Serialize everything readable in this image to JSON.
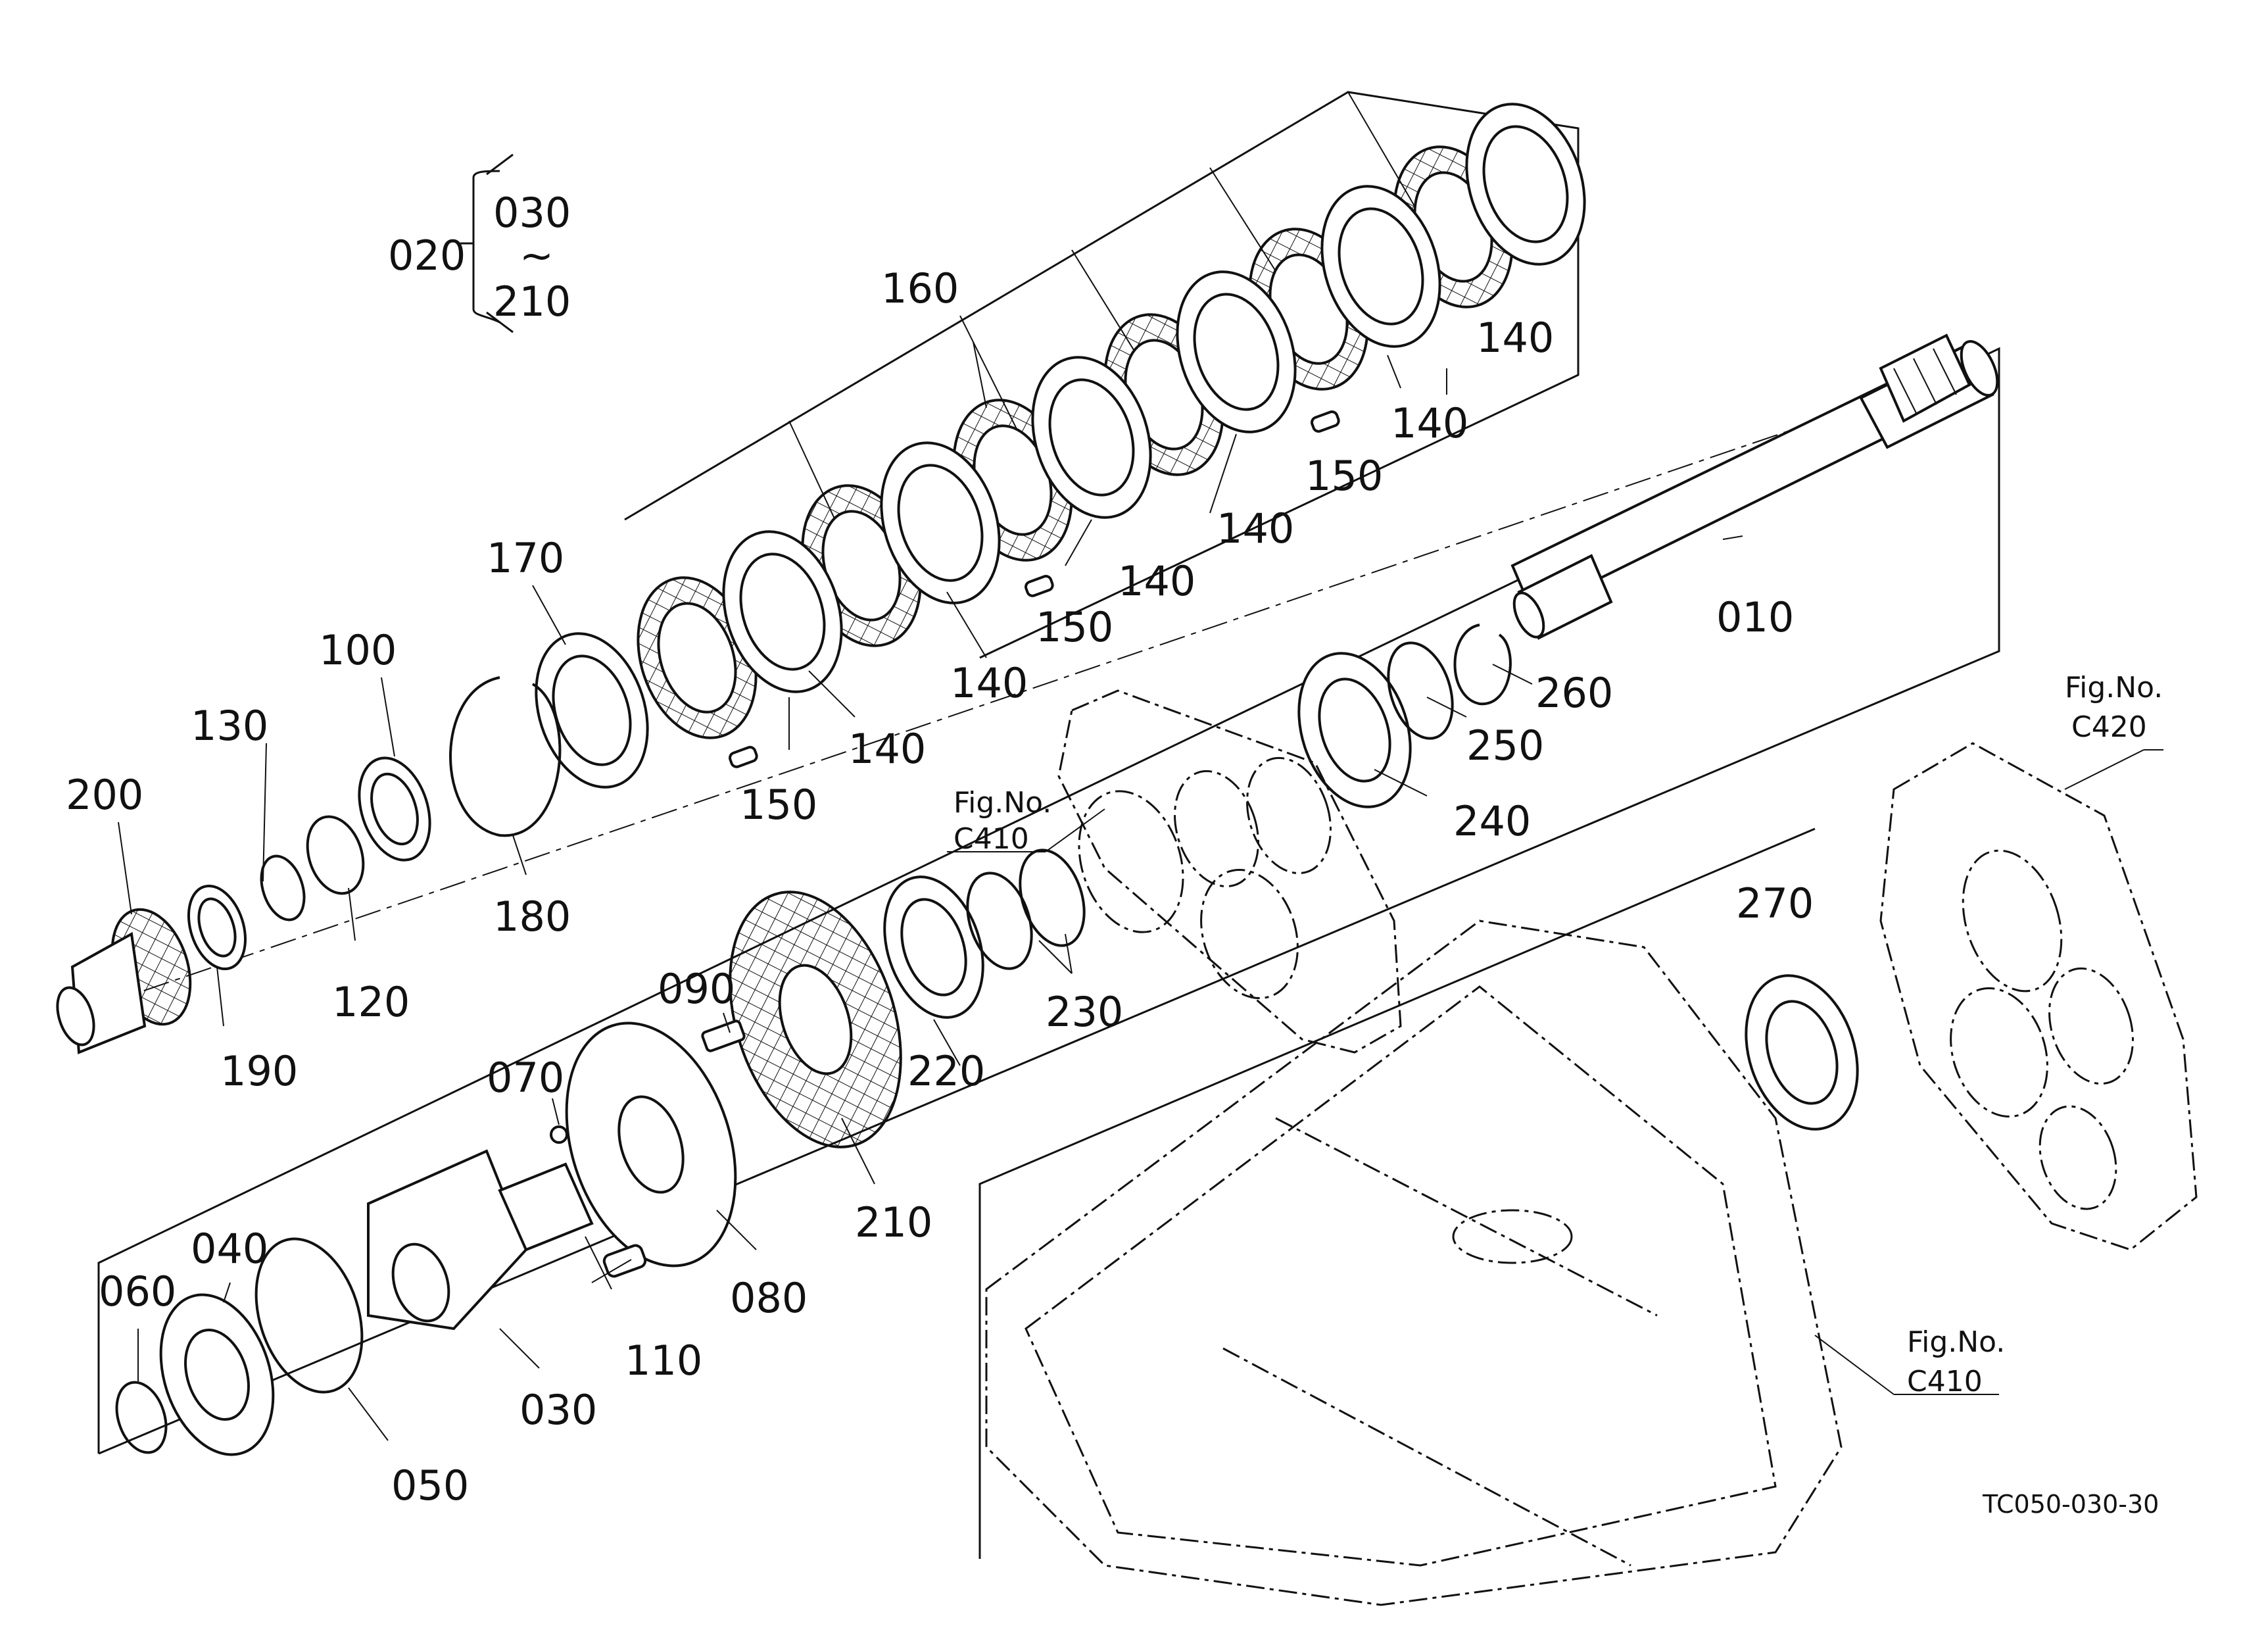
{
  "diagram": {
    "group": {
      "parent": "020",
      "from": "030",
      "tilde": "~",
      "to": "210"
    },
    "labels": {
      "p010": "010",
      "p030": "030",
      "p040": "040",
      "p050": "050",
      "p060": "060",
      "p070": "070",
      "p080": "080",
      "p090": "090",
      "p100": "100",
      "p110": "110",
      "p120": "120",
      "p130": "130",
      "p140": "140",
      "p150": "150",
      "p160": "160",
      "p170": "170",
      "p180": "180",
      "p190": "190",
      "p200": "200",
      "p210": "210",
      "p220": "220",
      "p230": "230",
      "p240": "240",
      "p250": "250",
      "p260": "260",
      "p270": "270"
    },
    "refs": {
      "fig_word": "Fig.No.",
      "c410": "C410",
      "c420": "C420"
    },
    "drawing_code": "TC050-030-30"
  }
}
